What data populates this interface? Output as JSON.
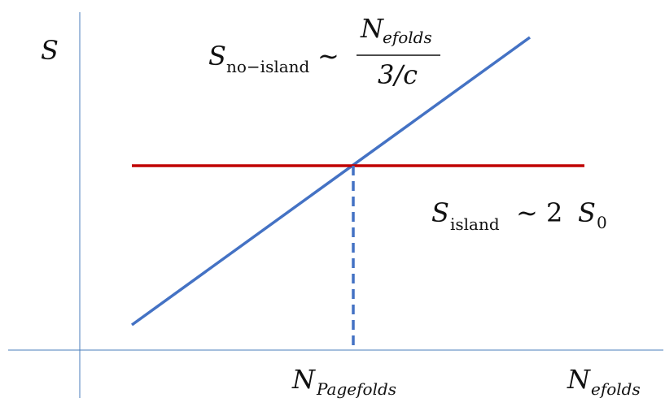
{
  "colors": {
    "axis": "#4a7ebb",
    "no_island_line": "#4472c4",
    "island_line": "#c00000",
    "dashed_line": "#4472c4",
    "text": "#111111"
  },
  "labels": {
    "y_axis": "S",
    "x_axis": {
      "base": "N",
      "sub": "efolds"
    },
    "page_time": {
      "base": "N",
      "sub": "Pagefolds"
    },
    "no_island": {
      "S": "S",
      "S_sub": "no−island",
      "sim": "∼",
      "num_base": "N",
      "num_sub": "efolds",
      "den": "3/c"
    },
    "island": {
      "S": "S",
      "S_sub": "island",
      "sim": "∼ 2",
      "S0": "S",
      "S0_sub": "0"
    }
  }
}
